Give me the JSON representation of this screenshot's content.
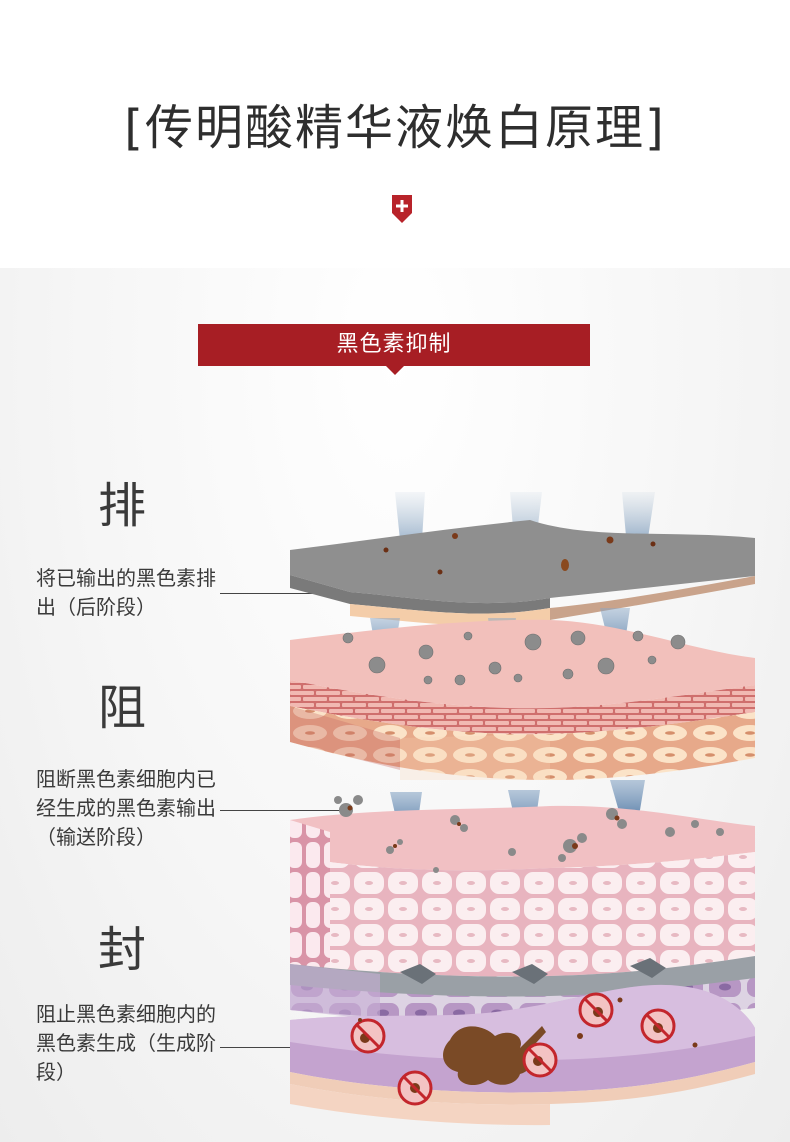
{
  "header": {
    "title": "[传明酸精华液焕白原理]"
  },
  "section": {
    "banner": "黑色素抑制"
  },
  "stages": [
    {
      "char": "排",
      "desc": "将已输出的黑色素排出（后阶段）"
    },
    {
      "char": "阻",
      "desc": "阻断黑色素细胞内已经生成的黑色素输出（输送阶段）"
    },
    {
      "char": "封",
      "desc": "阻止黑色素细胞内的黑色素生成（生成阶段）"
    }
  ],
  "colors": {
    "accent": "#a71e24",
    "text": "#333333"
  }
}
